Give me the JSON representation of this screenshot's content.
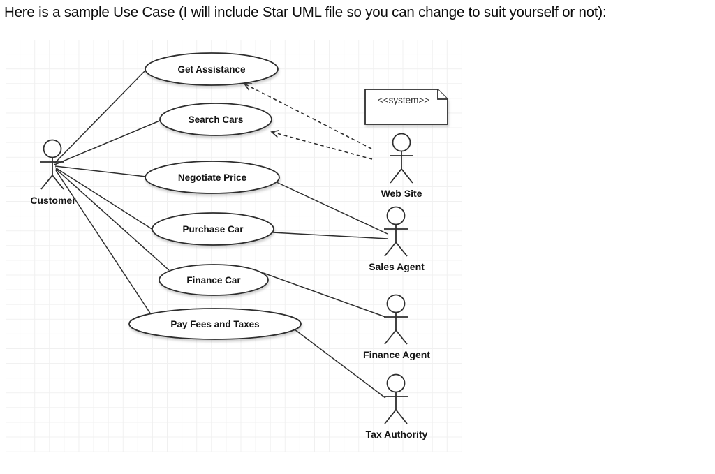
{
  "title": "Here is a sample Use Case (I will include Star UML file so you can change to suit yourself or not):",
  "diagram": {
    "kind": "UML use case diagram",
    "system_note_label": "<<system>>",
    "use_cases": [
      {
        "label": "Get Assistance"
      },
      {
        "label": "Search Cars"
      },
      {
        "label": "Negotiate Price"
      },
      {
        "label": "Purchase Car"
      },
      {
        "label": "Finance Car"
      },
      {
        "label": "Pay Fees and Taxes"
      }
    ],
    "actors": [
      {
        "label": "Customer"
      },
      {
        "label": "Web Site"
      },
      {
        "label": "Sales Agent"
      },
      {
        "label": "Finance Agent"
      },
      {
        "label": "Tax Authority"
      }
    ],
    "associations": [
      {
        "from": "Customer",
        "to": "Get Assistance",
        "style": "solid"
      },
      {
        "from": "Customer",
        "to": "Search Cars",
        "style": "solid"
      },
      {
        "from": "Customer",
        "to": "Negotiate Price",
        "style": "solid"
      },
      {
        "from": "Customer",
        "to": "Purchase Car",
        "style": "solid"
      },
      {
        "from": "Customer",
        "to": "Finance Car",
        "style": "solid"
      },
      {
        "from": "Customer",
        "to": "Pay Fees and Taxes",
        "style": "solid"
      },
      {
        "from": "Sales Agent",
        "to": "Negotiate Price",
        "style": "solid"
      },
      {
        "from": "Sales Agent",
        "to": "Purchase Car",
        "style": "solid"
      },
      {
        "from": "Finance Agent",
        "to": "Finance Car",
        "style": "solid"
      },
      {
        "from": "Tax Authority",
        "to": "Pay Fees and Taxes",
        "style": "solid"
      },
      {
        "from": "Web Site",
        "to": "Get Assistance",
        "style": "dashed-open-arrow"
      },
      {
        "from": "Web Site",
        "to": "Search Cars",
        "style": "dashed-open-arrow"
      }
    ],
    "colors": {
      "stroke": "#2e2e2e",
      "shape_fill": "#ffffff",
      "grid_line": "#f0f0f0",
      "background": "#ffffff",
      "text": "#141414"
    }
  }
}
